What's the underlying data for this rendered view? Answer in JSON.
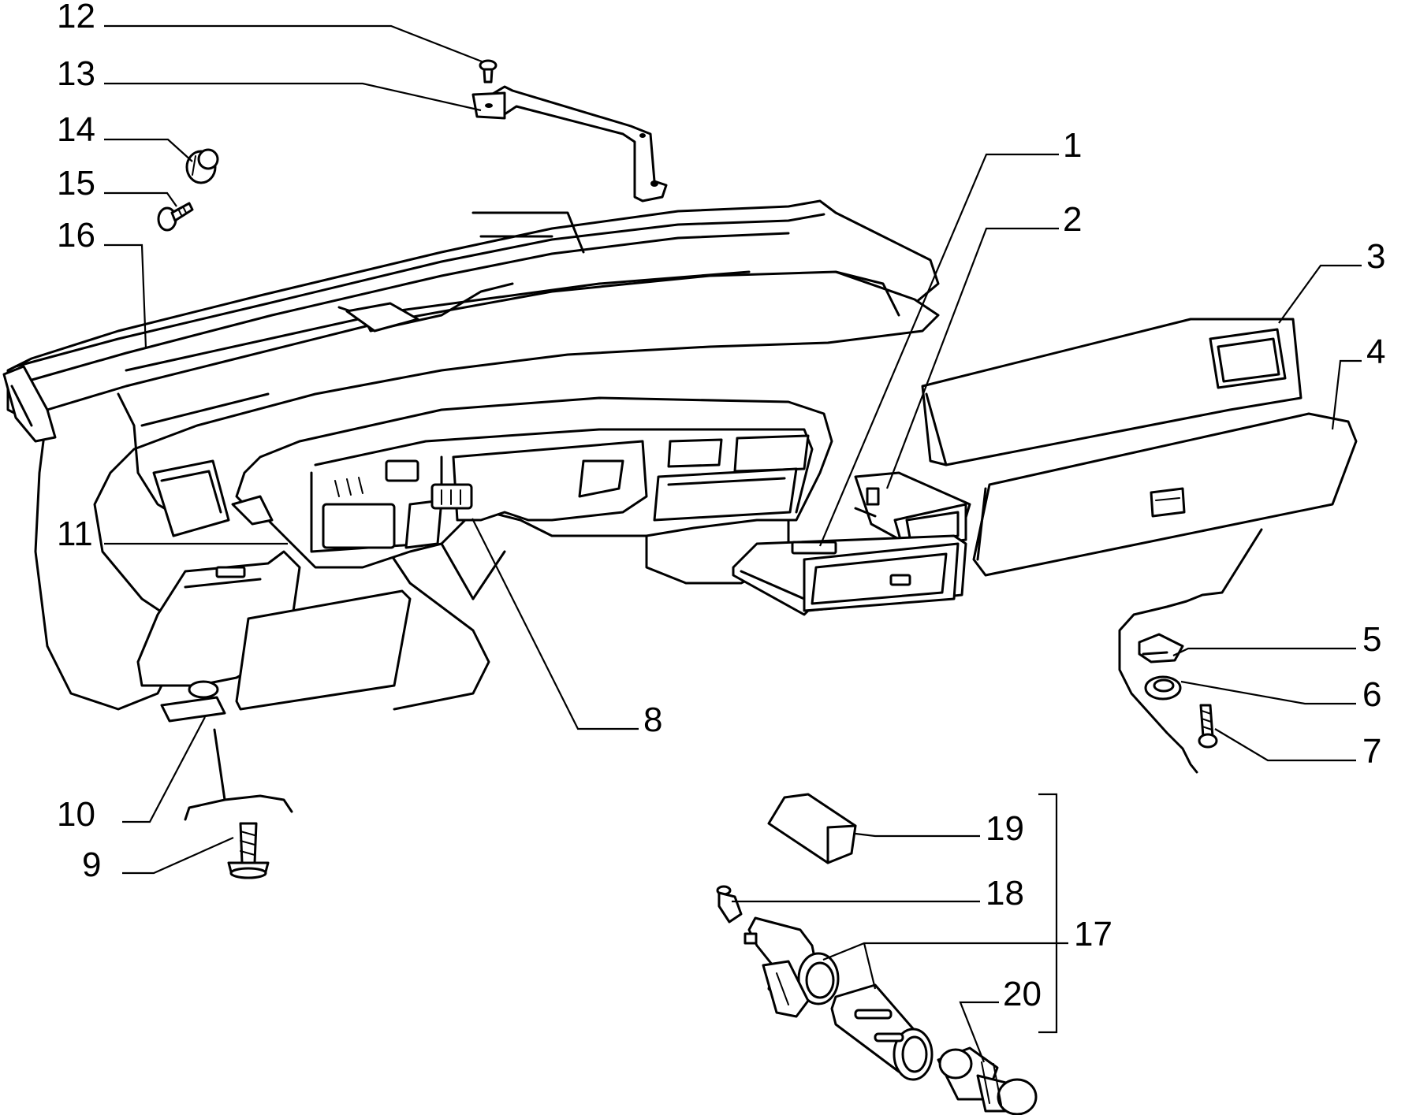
{
  "diagram": {
    "callouts": [
      {
        "id": "c1",
        "label": "1",
        "part": "console-pocket"
      },
      {
        "id": "c2",
        "label": "2",
        "part": "small-storage-bin"
      },
      {
        "id": "c3",
        "label": "3",
        "part": "glovebox-frame"
      },
      {
        "id": "c4",
        "label": "4",
        "part": "glovebox-lid"
      },
      {
        "id": "c5",
        "label": "5",
        "part": "clip"
      },
      {
        "id": "c6",
        "label": "6",
        "part": "grommet"
      },
      {
        "id": "c7",
        "label": "7",
        "part": "screw"
      },
      {
        "id": "c8",
        "label": "8",
        "part": "switch-panel"
      },
      {
        "id": "c9",
        "label": "9",
        "part": "screw"
      },
      {
        "id": "c10",
        "label": "10",
        "part": "lower-trim-panel"
      },
      {
        "id": "c11",
        "label": "11",
        "part": "instrument-cluster-bezel"
      },
      {
        "id": "c12",
        "label": "12",
        "part": "screw"
      },
      {
        "id": "c13",
        "label": "13",
        "part": "bracket"
      },
      {
        "id": "c14",
        "label": "14",
        "part": "clip-nut"
      },
      {
        "id": "c15",
        "label": "15",
        "part": "screw"
      },
      {
        "id": "c16",
        "label": "16",
        "part": "dashboard"
      },
      {
        "id": "c17",
        "label": "17",
        "part": "cigar-lighter-assembly"
      },
      {
        "id": "c18",
        "label": "18",
        "part": "bulb"
      },
      {
        "id": "c19",
        "label": "19",
        "part": "cap"
      },
      {
        "id": "c20",
        "label": "20",
        "part": "lighter-plug"
      }
    ]
  }
}
